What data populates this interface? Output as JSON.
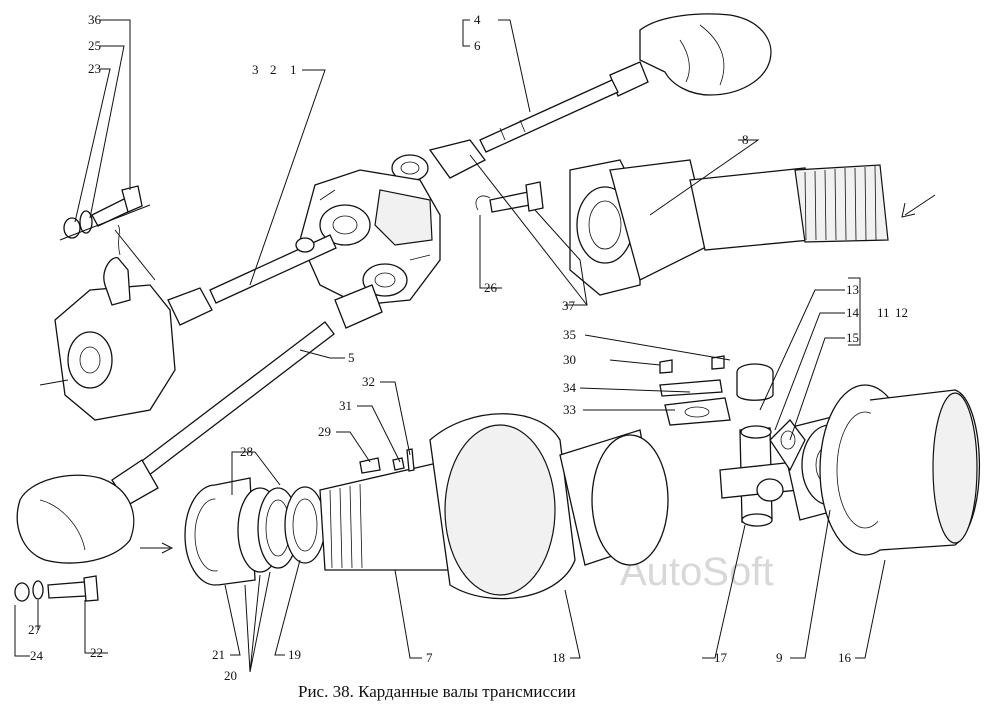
{
  "caption": "Рис. 38. Карданные валы трансмиссии",
  "watermark": "AutoSoft",
  "callouts": {
    "c36": "36",
    "c25": "25",
    "c23": "23",
    "c3": "3",
    "c2": "2",
    "c1": "1",
    "c4": "4",
    "c6": "6",
    "c8": "8",
    "c26": "26",
    "c37": "37",
    "c5": "5",
    "c13": "13",
    "c14": "14",
    "c15": "15",
    "c11": "11",
    "c12": "12",
    "c35": "35",
    "c30": "30",
    "c34": "34",
    "c33": "33",
    "c32": "32",
    "c31": "31",
    "c29": "29",
    "c28": "28",
    "c27": "27",
    "c24": "24",
    "c22": "22",
    "c21": "21",
    "c20": "20",
    "c19": "19",
    "c7": "7",
    "c18": "18",
    "c17": "17",
    "c9": "9",
    "c16": "16"
  }
}
